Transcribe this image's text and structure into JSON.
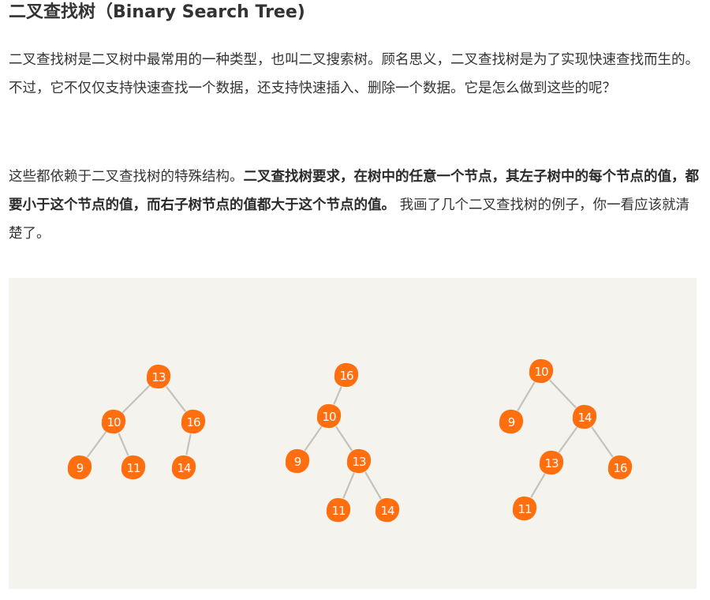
{
  "article": {
    "heading": "二叉查找树（Binary Search Tree)",
    "paragraph1": "二叉查找树是二叉树中最常用的一种类型，也叫二叉搜索树。顾名思义，二叉查找树是为了实现快速查找而生的。不过，它不仅仅支持快速查找一个数据，还支持快速插入、删除一个数据。它是怎么做到这些的呢？",
    "paragraph2_intro": "这些都依赖于二叉查找树的特殊结构。",
    "paragraph2_bold": "二叉查找树要求，在树中的任意一个节点，其左子树中的每个节点的值，都要小于这个节点的值，而右子树节点的值都大于这个节点的值。",
    "paragraph2_tail": " 我画了几个二叉查找树的例子，你一看应该就清楚了。"
  },
  "figure": {
    "background_color": "#f4f3ee",
    "node_color": "#ff6f0f",
    "edge_color": "#c3c2bc",
    "trees": [
      {
        "name": "tree-1",
        "nodes": [
          {
            "id": "n13",
            "value": "13"
          },
          {
            "id": "n10",
            "value": "10"
          },
          {
            "id": "n16",
            "value": "16"
          },
          {
            "id": "n9",
            "value": "9"
          },
          {
            "id": "n11",
            "value": "11"
          },
          {
            "id": "n14",
            "value": "14"
          }
        ],
        "edges": [
          [
            "n13",
            "n10"
          ],
          [
            "n13",
            "n16"
          ],
          [
            "n10",
            "n9"
          ],
          [
            "n10",
            "n11"
          ],
          [
            "n16",
            "n14"
          ]
        ]
      },
      {
        "name": "tree-2",
        "nodes": [
          {
            "id": "n16",
            "value": "16"
          },
          {
            "id": "n10",
            "value": "10"
          },
          {
            "id": "n9",
            "value": "9"
          },
          {
            "id": "n13",
            "value": "13"
          },
          {
            "id": "n11",
            "value": "11"
          },
          {
            "id": "n14",
            "value": "14"
          }
        ],
        "edges": [
          [
            "n16",
            "n10"
          ],
          [
            "n10",
            "n9"
          ],
          [
            "n10",
            "n13"
          ],
          [
            "n13",
            "n11"
          ],
          [
            "n13",
            "n14"
          ]
        ]
      },
      {
        "name": "tree-3",
        "nodes": [
          {
            "id": "n10",
            "value": "10"
          },
          {
            "id": "n9",
            "value": "9"
          },
          {
            "id": "n14",
            "value": "14"
          },
          {
            "id": "n13",
            "value": "13"
          },
          {
            "id": "n16",
            "value": "16"
          },
          {
            "id": "n11",
            "value": "11"
          }
        ],
        "edges": [
          [
            "n10",
            "n9"
          ],
          [
            "n10",
            "n14"
          ],
          [
            "n14",
            "n13"
          ],
          [
            "n14",
            "n16"
          ],
          [
            "n13",
            "n11"
          ]
        ]
      }
    ]
  }
}
